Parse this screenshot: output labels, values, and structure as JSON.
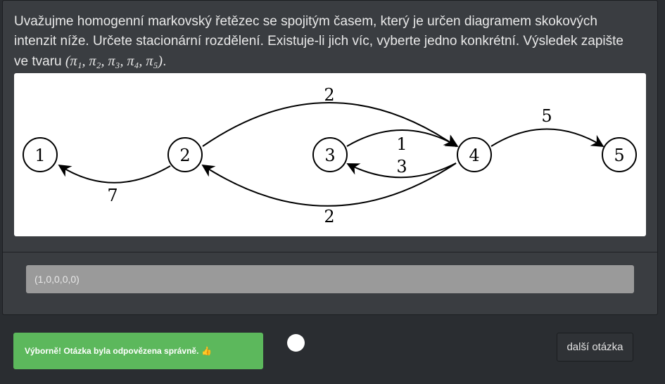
{
  "question": {
    "text": "Uvažujme homogenní markovský řetězec se spojitým časem, který je určen diagramem skokových intenzit níže. Určete stacionární rozdělení. Existuje-li jich víc, vyberte jedno konkrétní. Výsledek zapište ve tvaru",
    "formula": "(π₁, π₂, π₃, π₄, π₅)",
    "end": "."
  },
  "diagram": {
    "nodes": [
      "1",
      "2",
      "3",
      "4",
      "5"
    ],
    "edges": [
      {
        "from": "2",
        "to": "4",
        "rate": "2"
      },
      {
        "from": "4",
        "to": "5",
        "rate": "5"
      },
      {
        "from": "3",
        "to": "4",
        "rate": "1"
      },
      {
        "from": "4",
        "to": "3",
        "rate": "3"
      },
      {
        "from": "2",
        "to": "1",
        "rate": "7"
      },
      {
        "from": "4",
        "to": "2",
        "rate": "2"
      }
    ]
  },
  "answer": {
    "value": "(1,0,0,0,0)"
  },
  "feedback": {
    "text": "Výborně! Otázka byla odpovězena správně.",
    "icon": "thumbs-up-icon",
    "color": "#5cb85c"
  },
  "next_button": {
    "label": "další otázka"
  }
}
